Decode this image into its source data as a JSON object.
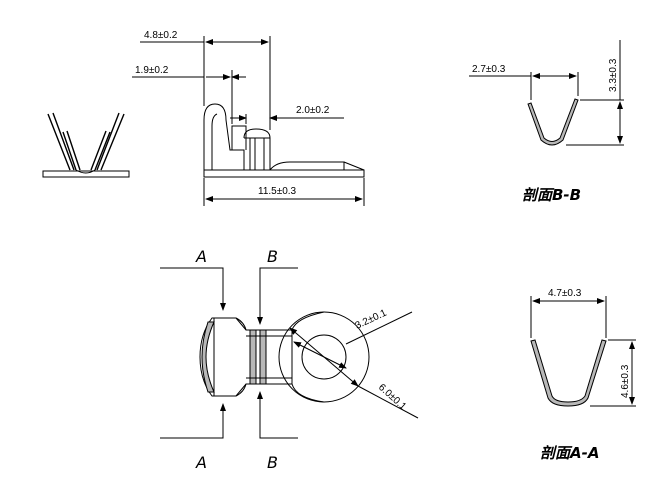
{
  "dimensions": {
    "width_total": "4.8±0.2",
    "tab_width": "1.9±0.2",
    "slot_width": "2.0±0.2",
    "overall_length": "11.5±0.3",
    "section_bb_width": "2.7±0.3",
    "section_bb_height": "3.3±0.3",
    "section_aa_width": "4.7±0.3",
    "section_aa_height": "4.6±0.3",
    "ring_inner": "3.2±0.1",
    "ring_outer": "6.0±0.1"
  },
  "section_markers": {
    "a_top": "A",
    "b_top": "B",
    "a_bottom": "A",
    "b_bottom": "B"
  },
  "captions": {
    "section_bb": "剖面B-B",
    "section_aa": "剖面A-A"
  }
}
